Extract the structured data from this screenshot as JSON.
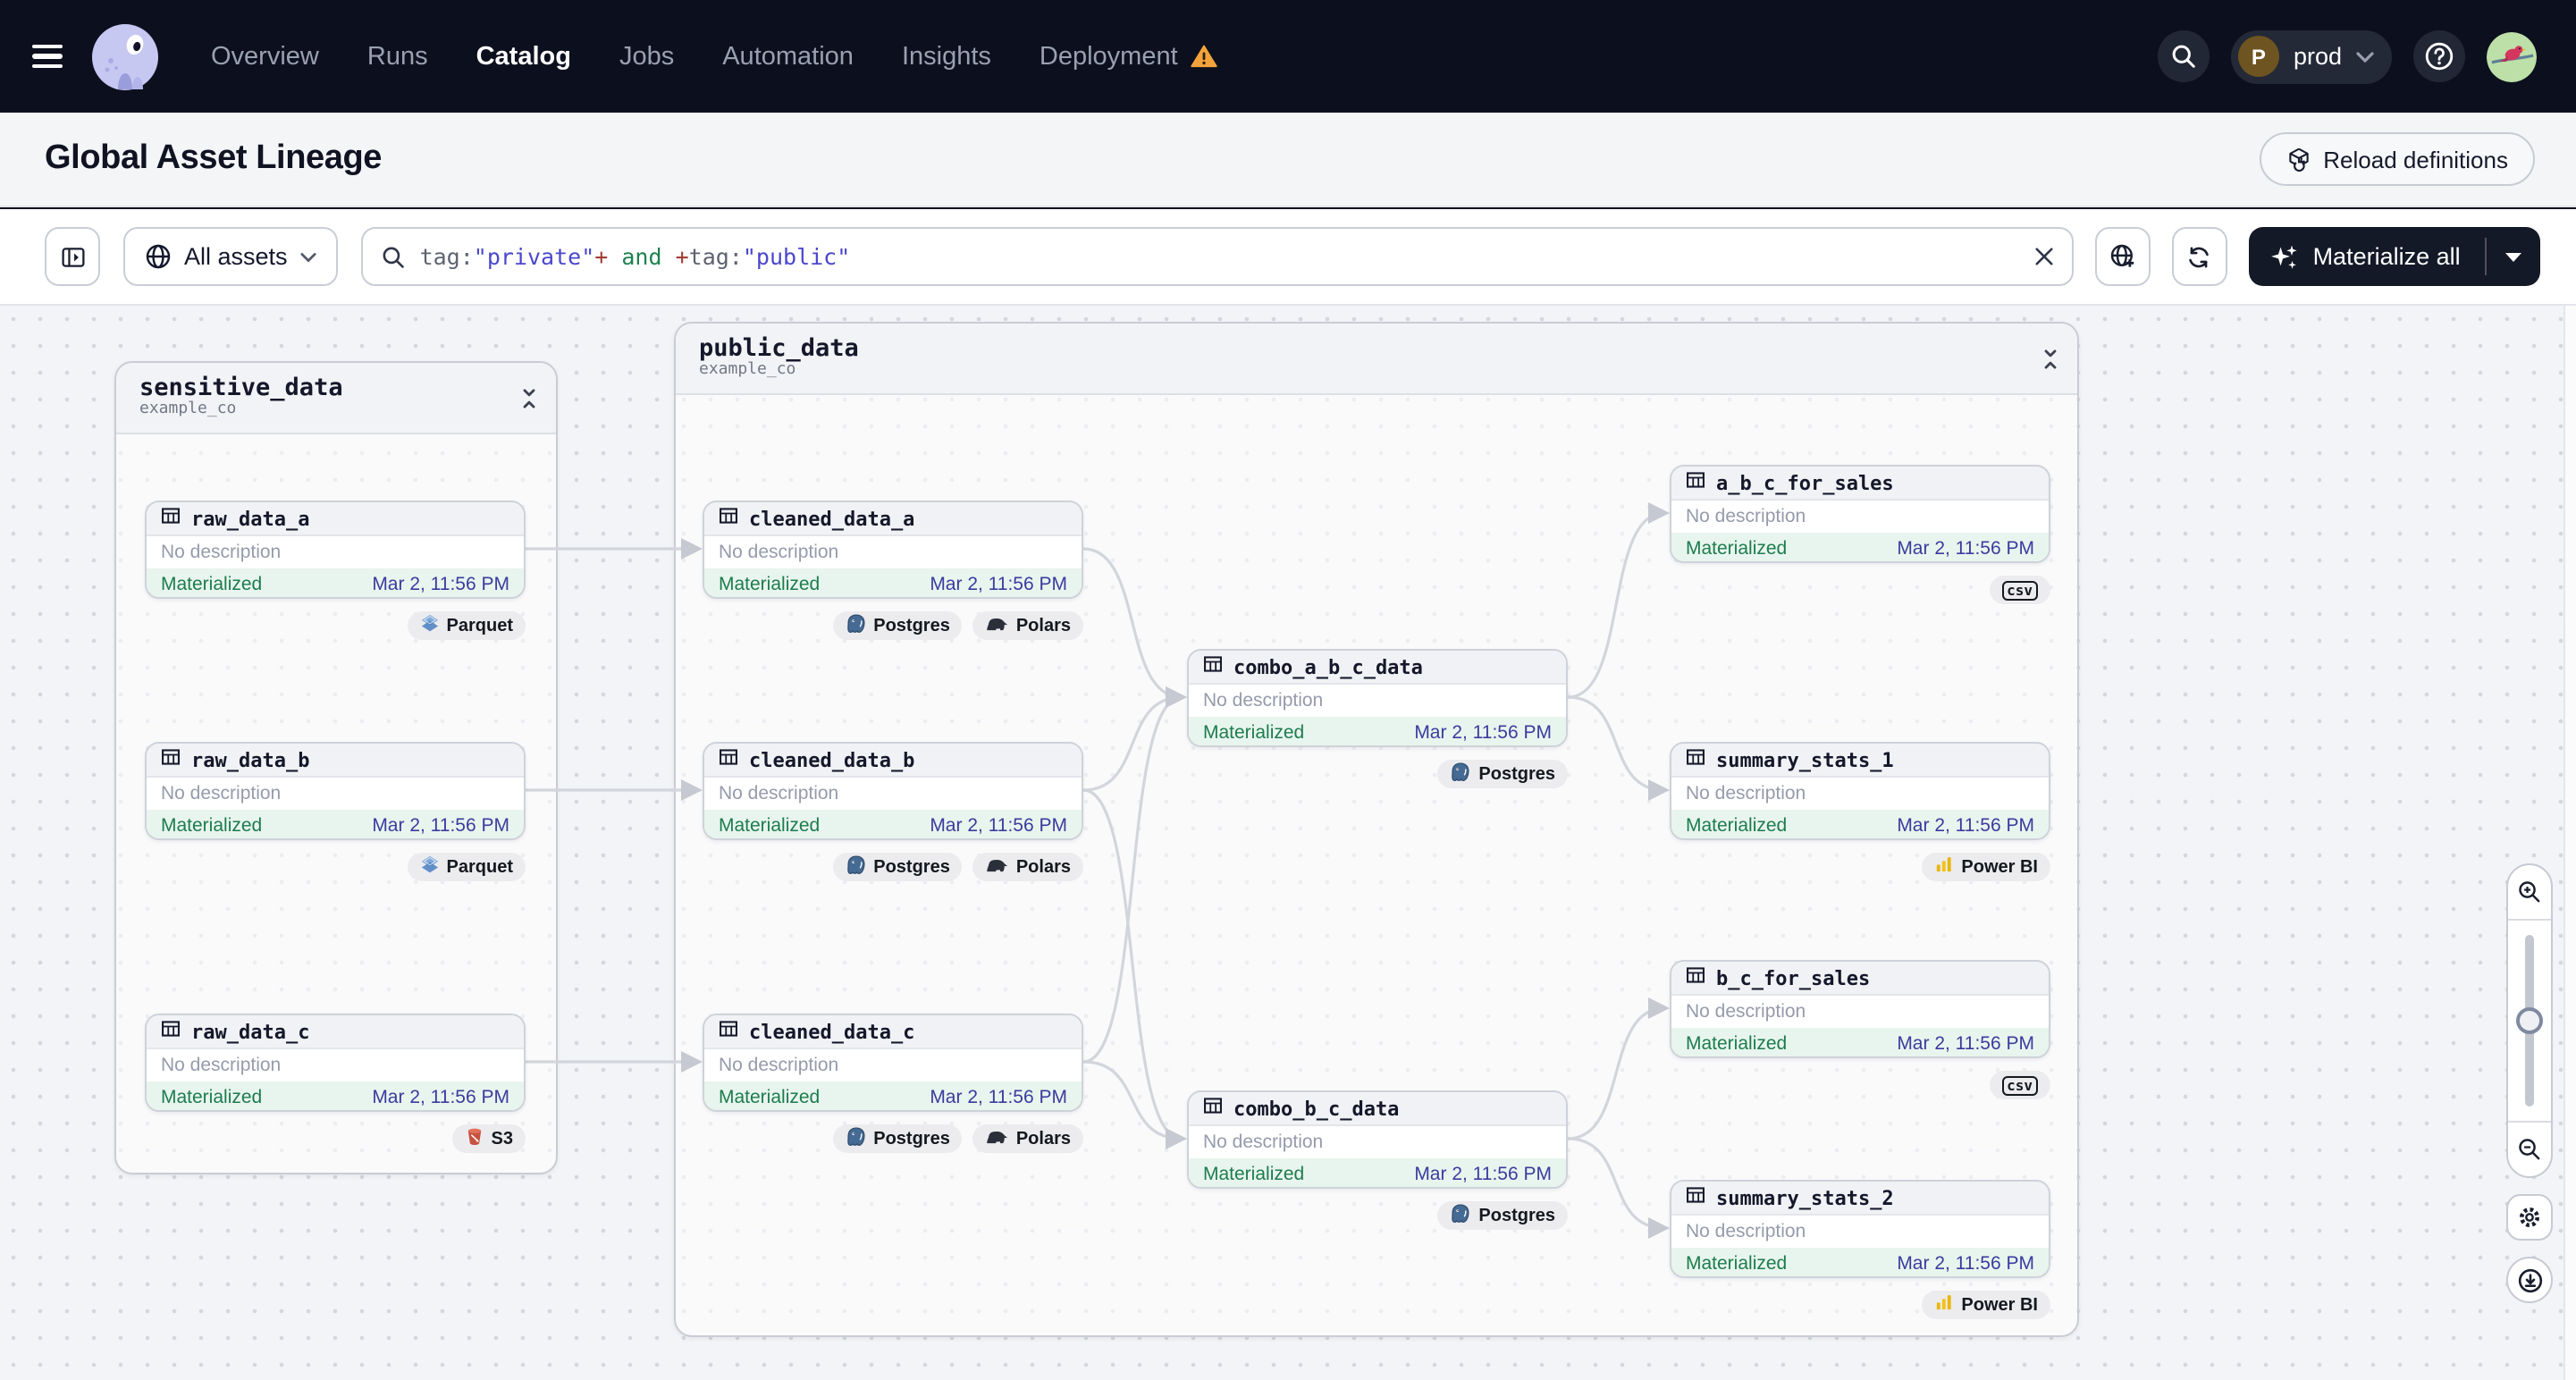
{
  "nav": {
    "items": [
      {
        "label": "Overview",
        "active": false,
        "warning": false
      },
      {
        "label": "Runs",
        "active": false,
        "warning": false
      },
      {
        "label": "Catalog",
        "active": true,
        "warning": false
      },
      {
        "label": "Jobs",
        "active": false,
        "warning": false
      },
      {
        "label": "Automation",
        "active": false,
        "warning": false
      },
      {
        "label": "Insights",
        "active": false,
        "warning": false
      },
      {
        "label": "Deployment",
        "active": false,
        "warning": true
      }
    ],
    "environment": {
      "initial": "P",
      "name": "prod"
    }
  },
  "page_header": {
    "title": "Global Asset Lineage",
    "reload_label": "Reload definitions"
  },
  "toolbar": {
    "scope_label": "All assets",
    "query_segments": [
      {
        "text": "tag:",
        "role": "key"
      },
      {
        "text": "\"private\"",
        "role": "string"
      },
      {
        "text": "+",
        "role": "plus"
      },
      {
        "text": " and ",
        "role": "op"
      },
      {
        "text": "+",
        "role": "plus"
      },
      {
        "text": "tag:",
        "role": "key"
      },
      {
        "text": "\"public\"",
        "role": "string"
      }
    ],
    "materialize_label": "Materialize all"
  },
  "lineage": {
    "groups": [
      {
        "id": "sensitive_data",
        "title": "sensitive_data",
        "subtitle": "example_co"
      },
      {
        "id": "public_data",
        "title": "public_data",
        "subtitle": "example_co"
      }
    ],
    "nodes": [
      {
        "id": "raw_data_a",
        "title": "raw_data_a",
        "description": "No description",
        "status": "Materialized",
        "timestamp": "Mar 2, 11:56 PM",
        "badges": [
          {
            "label": "Parquet",
            "icon": "parquet-icon"
          }
        ]
      },
      {
        "id": "raw_data_b",
        "title": "raw_data_b",
        "description": "No description",
        "status": "Materialized",
        "timestamp": "Mar 2, 11:56 PM",
        "badges": [
          {
            "label": "Parquet",
            "icon": "parquet-icon"
          }
        ]
      },
      {
        "id": "raw_data_c",
        "title": "raw_data_c",
        "description": "No description",
        "status": "Materialized",
        "timestamp": "Mar 2, 11:56 PM",
        "badges": [
          {
            "label": "S3",
            "icon": "s3-icon"
          }
        ]
      },
      {
        "id": "cleaned_data_a",
        "title": "cleaned_data_a",
        "description": "No description",
        "status": "Materialized",
        "timestamp": "Mar 2, 11:56 PM",
        "badges": [
          {
            "label": "Postgres",
            "icon": "postgres-icon"
          },
          {
            "label": "Polars",
            "icon": "polars-icon"
          }
        ]
      },
      {
        "id": "cleaned_data_b",
        "title": "cleaned_data_b",
        "description": "No description",
        "status": "Materialized",
        "timestamp": "Mar 2, 11:56 PM",
        "badges": [
          {
            "label": "Postgres",
            "icon": "postgres-icon"
          },
          {
            "label": "Polars",
            "icon": "polars-icon"
          }
        ]
      },
      {
        "id": "cleaned_data_c",
        "title": "cleaned_data_c",
        "description": "No description",
        "status": "Materialized",
        "timestamp": "Mar 2, 11:56 PM",
        "badges": [
          {
            "label": "Postgres",
            "icon": "postgres-icon"
          },
          {
            "label": "Polars",
            "icon": "polars-icon"
          }
        ]
      },
      {
        "id": "combo_a_b_c_data",
        "title": "combo_a_b_c_data",
        "description": "No description",
        "status": "Materialized",
        "timestamp": "Mar 2, 11:56 PM",
        "badges": [
          {
            "label": "Postgres",
            "icon": "postgres-icon"
          }
        ]
      },
      {
        "id": "combo_b_c_data",
        "title": "combo_b_c_data",
        "description": "No description",
        "status": "Materialized",
        "timestamp": "Mar 2, 11:56 PM",
        "badges": [
          {
            "label": "Postgres",
            "icon": "postgres-icon"
          }
        ]
      },
      {
        "id": "a_b_c_for_sales",
        "title": "a_b_c_for_sales",
        "description": "No description",
        "status": "Materialized",
        "timestamp": "Mar 2, 11:56 PM",
        "badges": [
          {
            "label": "csv",
            "icon": "csv-icon"
          }
        ]
      },
      {
        "id": "summary_stats_1",
        "title": "summary_stats_1",
        "description": "No description",
        "status": "Materialized",
        "timestamp": "Mar 2, 11:56 PM",
        "badges": [
          {
            "label": "Power BI",
            "icon": "powerbi-icon"
          }
        ]
      },
      {
        "id": "b_c_for_sales",
        "title": "b_c_for_sales",
        "description": "No description",
        "status": "Materialized",
        "timestamp": "Mar 2, 11:56 PM",
        "badges": [
          {
            "label": "csv",
            "icon": "csv-icon"
          }
        ]
      },
      {
        "id": "summary_stats_2",
        "title": "summary_stats_2",
        "description": "No description",
        "status": "Materialized",
        "timestamp": "Mar 2, 11:56 PM",
        "badges": [
          {
            "label": "Power BI",
            "icon": "powerbi-icon"
          }
        ]
      }
    ],
    "edges": [
      {
        "from": "raw_data_a",
        "to": "cleaned_data_a"
      },
      {
        "from": "raw_data_b",
        "to": "cleaned_data_b"
      },
      {
        "from": "raw_data_c",
        "to": "cleaned_data_c"
      },
      {
        "from": "cleaned_data_a",
        "to": "combo_a_b_c_data"
      },
      {
        "from": "cleaned_data_b",
        "to": "combo_a_b_c_data"
      },
      {
        "from": "cleaned_data_c",
        "to": "combo_a_b_c_data"
      },
      {
        "from": "cleaned_data_b",
        "to": "combo_b_c_data"
      },
      {
        "from": "cleaned_data_c",
        "to": "combo_b_c_data"
      },
      {
        "from": "combo_a_b_c_data",
        "to": "a_b_c_for_sales"
      },
      {
        "from": "combo_a_b_c_data",
        "to": "summary_stats_1"
      },
      {
        "from": "combo_b_c_data",
        "to": "b_c_for_sales"
      },
      {
        "from": "combo_b_c_data",
        "to": "summary_stats_2"
      }
    ]
  },
  "colors": {
    "navbar_bg": "#0c101e",
    "accent_dark": "#141927",
    "status_green": "#1d7c4d",
    "status_green_bg": "#e8f5ee",
    "timestamp_indigo": "#3b3b9e",
    "warning_amber": "#f2a33c",
    "query_key": "#5d6370",
    "query_string": "#4a47cd",
    "query_plus": "#a23d33",
    "query_op": "#1f8150",
    "edge": "#d2d5db"
  }
}
